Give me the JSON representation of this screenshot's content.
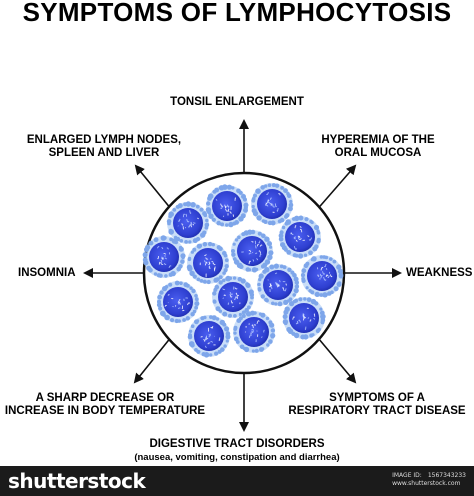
{
  "title": "SYMPTOMS OF LYMPHOCYTOSIS",
  "symptoms": {
    "top": "TONSIL ENLARGEMENT",
    "top_left": [
      "ENLARGED LYMPH NODES,",
      "SPLEEN AND LIVER"
    ],
    "top_right": [
      "HYPEREMIA OF THE",
      "ORAL MUCOSA"
    ],
    "left": "INSOMNIA",
    "right": "WEAKNESS",
    "bottom_left": [
      "A SHARP DECREASE OR",
      "INCREASE IN BODY TEMPERATURE"
    ],
    "bottom_right": [
      "SYMPTOMS OF A",
      "RESPIRATORY TRACT DISEASE"
    ],
    "bottom": "DIGESTIVE TRACT DISORDERS",
    "bottom_sub": "(nausea, vomiting, constipation and diarrhea)"
  },
  "footer": {
    "brand": "shutterstock",
    "image_id_label": "IMAGE ID:",
    "image_id": "1567343233",
    "site": "www.shutterstock.com"
  },
  "colors": {
    "cell_core": "#2f3fd6",
    "cell_edge": "#9fc3f2",
    "arrow": "#111111"
  }
}
